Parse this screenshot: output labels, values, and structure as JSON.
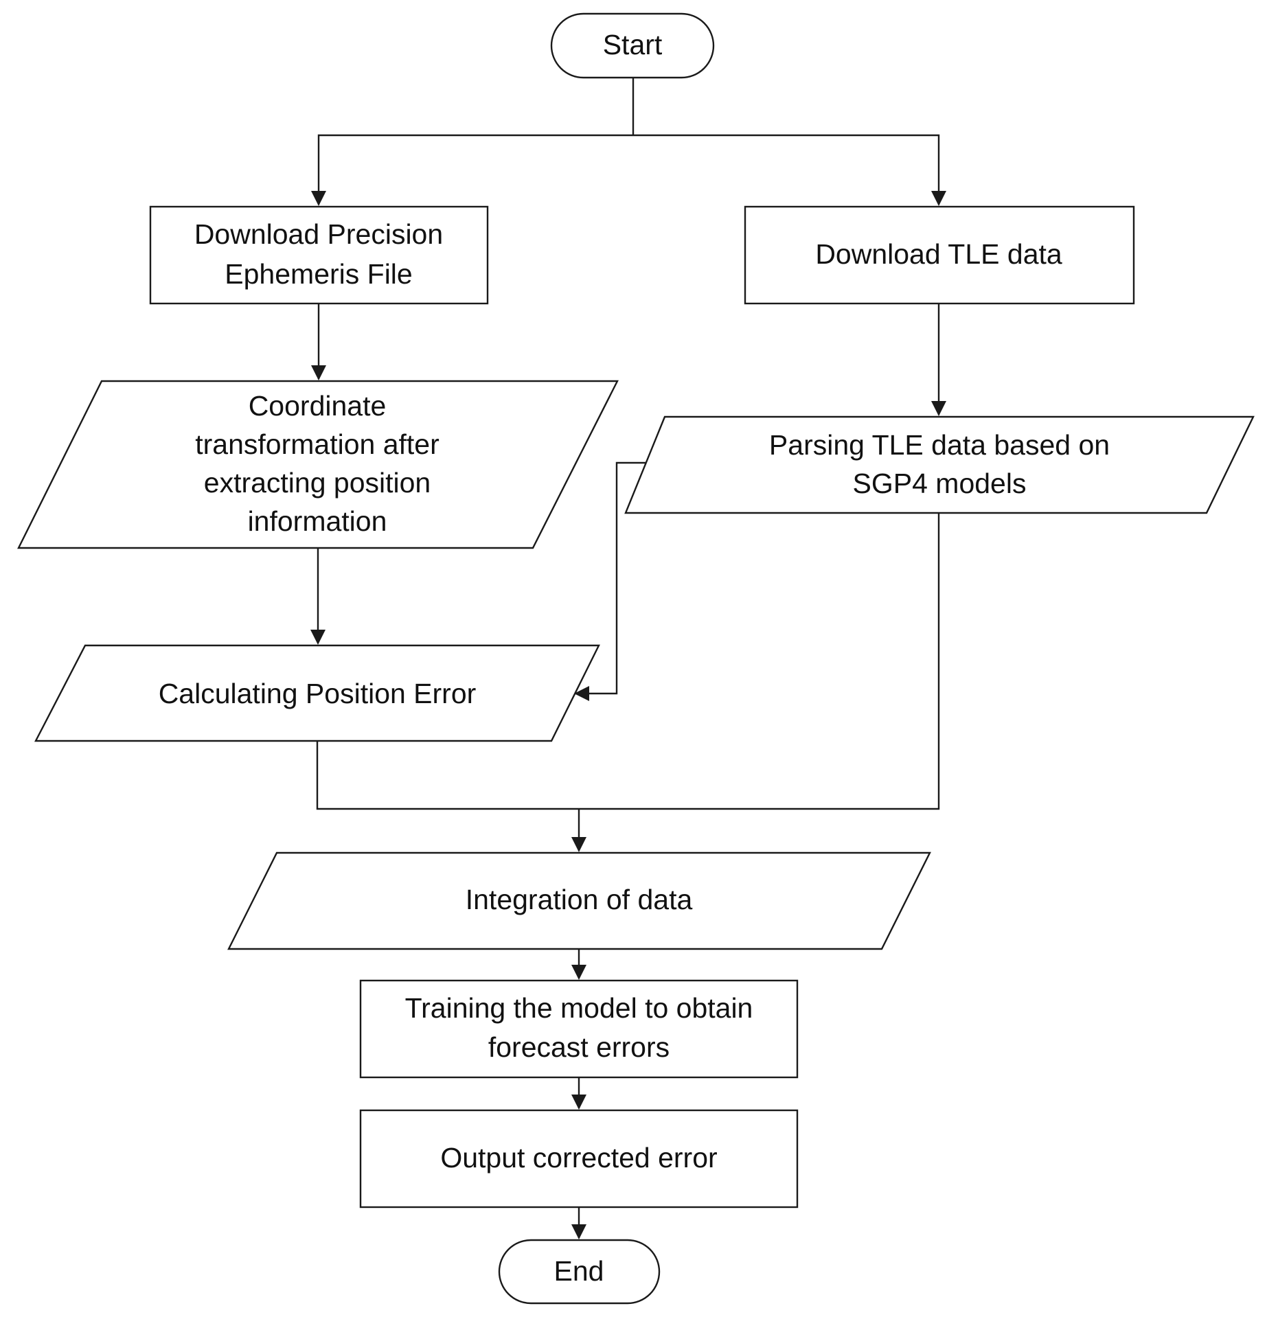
{
  "flowchart": {
    "start": {
      "label": "Start"
    },
    "download_precision": {
      "lines": [
        "Download Precision",
        "Ephemeris File"
      ]
    },
    "download_tle": {
      "lines": [
        "Download TLE data"
      ]
    },
    "coordinate_transform": {
      "lines": [
        "Coordinate",
        "transformation after",
        "extracting position",
        "information"
      ]
    },
    "parsing_tle": {
      "lines": [
        "Parsing TLE data based on",
        "SGP4 models"
      ]
    },
    "calc_error": {
      "lines": [
        "Calculating Position Error"
      ]
    },
    "integration": {
      "lines": [
        "Integration of data"
      ]
    },
    "training": {
      "lines": [
        "Training the model to obtain",
        "forecast errors"
      ]
    },
    "output": {
      "lines": [
        "Output corrected error"
      ]
    },
    "end": {
      "label": "End"
    }
  }
}
